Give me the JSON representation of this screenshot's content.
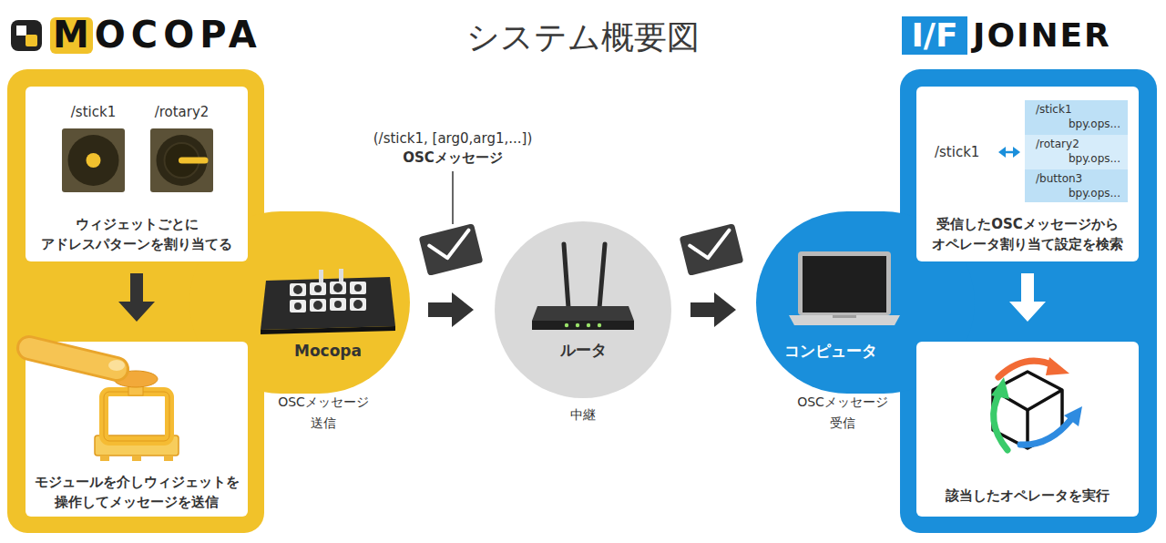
{
  "diagram": {
    "title": "システム概要図",
    "nodes": [
      {
        "text": [
          "Mocopa",
          "OSCメッセージ 送信"
        ]
      },
      {
        "text": [
          "ウィジェットごとに アドレスパターンを割り当てる"
        ],
        "in": 0
      },
      {
        "text": [
          "/stick1"
        ],
        "in": 1
      },
      {
        "text": [
          "/rotary2"
        ],
        "in": 1
      },
      {
        "text": [
          "モジュールを介しウィジェットを 操作してメッセージを送信"
        ],
        "in": 0
      },
      {
        "text": [
          "ルータ",
          "中継"
        ]
      },
      {
        "text": [
          "コンピュータ",
          "OSCメッセージ 受信"
        ]
      },
      {
        "text": [
          "受信したOSCメッセージから オペレータ割り当て設定を検索"
        ],
        "in": 6
      },
      {
        "text": [
          "/stick1",
          "bpy.ops..."
        ],
        "in": 7
      },
      {
        "text": [
          "/rotary2",
          "bpy.ops..."
        ],
        "in": 7
      },
      {
        "text": [
          "/button3",
          "bpy.ops..."
        ],
        "in": 7
      },
      {
        "text": [
          "該当したオペレータを実行"
        ],
        "in": 6
      }
    ],
    "edges": [
      {
        "from": 1,
        "to": 4,
        "arrow": "to"
      },
      {
        "from": 0,
        "to": 5,
        "arrow": "to"
      },
      {
        "from": 5,
        "to": 6,
        "arrow": "to"
      },
      {
        "from": 7,
        "to": 11,
        "arrow": "to"
      }
    ],
    "labels": [
      "MOCOPA",
      "I/F",
      "JOINER",
      "(/stick1, [arg0,arg1,...])",
      "OSCメッセージ",
      "/stick1"
    ]
  }
}
